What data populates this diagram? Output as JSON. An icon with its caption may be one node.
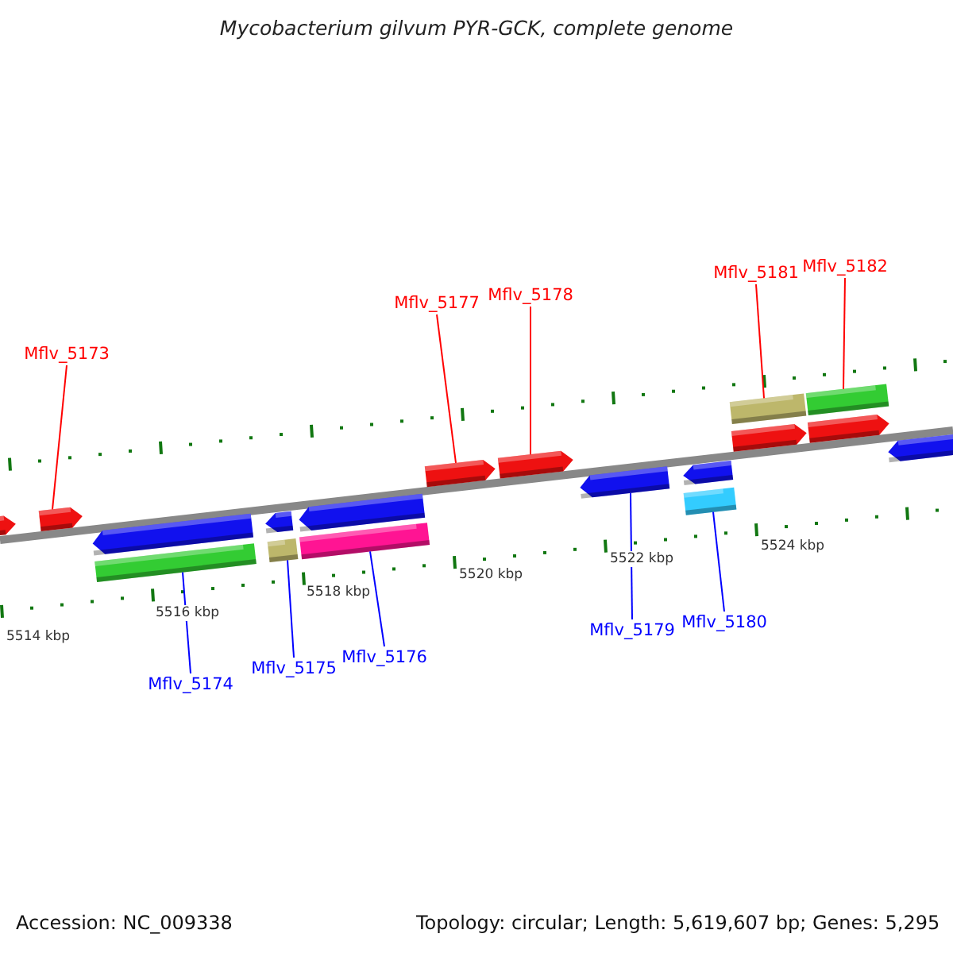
{
  "diagram": {
    "title": "Mycobacterium gilvum PYR-GCK, complete genome",
    "nodes": [
      {
        "text": [
          "Mflv_5173"
        ]
      },
      {
        "text": [
          "Mflv_5177"
        ]
      },
      {
        "text": [
          "Mflv_5178"
        ]
      },
      {
        "text": [
          "Mflv_5181"
        ]
      },
      {
        "text": [
          "Mflv_5182"
        ]
      },
      {
        "text": [
          "Mflv_5174"
        ]
      },
      {
        "text": [
          "Mflv_5175"
        ]
      },
      {
        "text": [
          "Mflv_5176"
        ]
      },
      {
        "text": [
          "Mflv_5179"
        ]
      },
      {
        "text": [
          "Mflv_5180"
        ]
      },
      {
        "text": [],
        "shape": "arrow"
      },
      {
        "text": [],
        "shape": "arrow"
      },
      {
        "text": [],
        "shape": "arrow"
      },
      {
        "text": [],
        "shape": "bar"
      },
      {
        "text": [],
        "shape": "arrow"
      },
      {
        "text": [],
        "shape": "bar"
      },
      {
        "text": [],
        "shape": "arrow"
      },
      {
        "text": [],
        "shape": "bar"
      },
      {
        "text": [],
        "shape": "arrow"
      },
      {
        "text": [],
        "shape": "arrow"
      },
      {
        "text": [],
        "shape": "arrow"
      },
      {
        "text": [],
        "shape": "arrow"
      },
      {
        "text": [],
        "shape": "bar"
      },
      {
        "text": [],
        "shape": "bar"
      },
      {
        "text": [],
        "shape": "arrow"
      },
      {
        "text": [],
        "shape": "bar"
      },
      {
        "text": [],
        "shape": "arrow"
      },
      {
        "text": [],
        "shape": "arrow"
      }
    ],
    "edges": [
      {
        "from": 0,
        "to": 11,
        "arrow": "none"
      },
      {
        "from": 1,
        "to": 18,
        "arrow": "none"
      },
      {
        "from": 2,
        "to": 19,
        "arrow": "none"
      },
      {
        "from": 3,
        "to": 23,
        "arrow": "none"
      },
      {
        "from": 4,
        "to": 25,
        "arrow": "none"
      },
      {
        "from": 5,
        "to": 13,
        "arrow": "none",
        "color": "#0000ff"
      },
      {
        "from": 6,
        "to": 15,
        "arrow": "none",
        "color": "#0000ff"
      },
      {
        "from": 7,
        "to": 17,
        "arrow": "none",
        "color": "#0000ff"
      },
      {
        "from": 8,
        "to": 20,
        "arrow": "none",
        "color": "#0000ff"
      },
      {
        "from": 9,
        "to": 22,
        "arrow": "none",
        "color": "#0000ff"
      }
    ],
    "labels": [
      "5514 kbp",
      "5516 kbp",
      "5518 kbp",
      "5520 kbp",
      "5522 kbp",
      "5524 kbp",
      "Accession: NC_009338",
      "Topology: circular; Length: 5,619,607 bp; Genes: 5,295"
    ]
  }
}
